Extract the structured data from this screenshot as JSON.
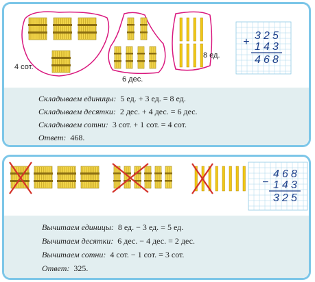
{
  "addition": {
    "labels": {
      "hundreds": "4 сот.",
      "tens": "6 дес.",
      "units": "8 ед."
    },
    "column": {
      "sign": "+",
      "a": [
        "3",
        "2",
        "5"
      ],
      "b": [
        "1",
        "4",
        "3"
      ],
      "result": [
        "4",
        "6",
        "8"
      ]
    },
    "lines": [
      {
        "lead": "Складываем  единицы:",
        "expr": "5  ед. + 3  ед. = 8  ед."
      },
      {
        "lead": "Складываем  десятки:",
        "expr": "2  дес. + 4  дес. = 6  дес."
      },
      {
        "lead": "Складываем  сотни:",
        "expr": "3  сот. + 1  сот. = 4  сот."
      },
      {
        "lead": "Ответ:",
        "expr": "468."
      }
    ],
    "colors": {
      "loop": "#d9187e",
      "bundle": "#e4c321",
      "stick": "#f0c814"
    }
  },
  "subtraction": {
    "column": {
      "sign": "−",
      "a": [
        "4",
        "6",
        "8"
      ],
      "b": [
        "1",
        "4",
        "3"
      ],
      "result": [
        "3",
        "2",
        "5"
      ]
    },
    "lines": [
      {
        "lead": "Вычитаем  единицы:",
        "expr": "8  ед. − 3  ед. = 5  ед."
      },
      {
        "lead": "Вычитаем  десятки:",
        "expr": "6  дес. −  4  дес. = 2  дес."
      },
      {
        "lead": "Вычитаем  сотни:",
        "expr": "4  сот. − 1  сот. = 3  сот."
      },
      {
        "lead": "Ответ:",
        "expr": "325."
      }
    ],
    "colors": {
      "cross": "#d4322a"
    }
  },
  "frame_color": "#7cc6e8"
}
